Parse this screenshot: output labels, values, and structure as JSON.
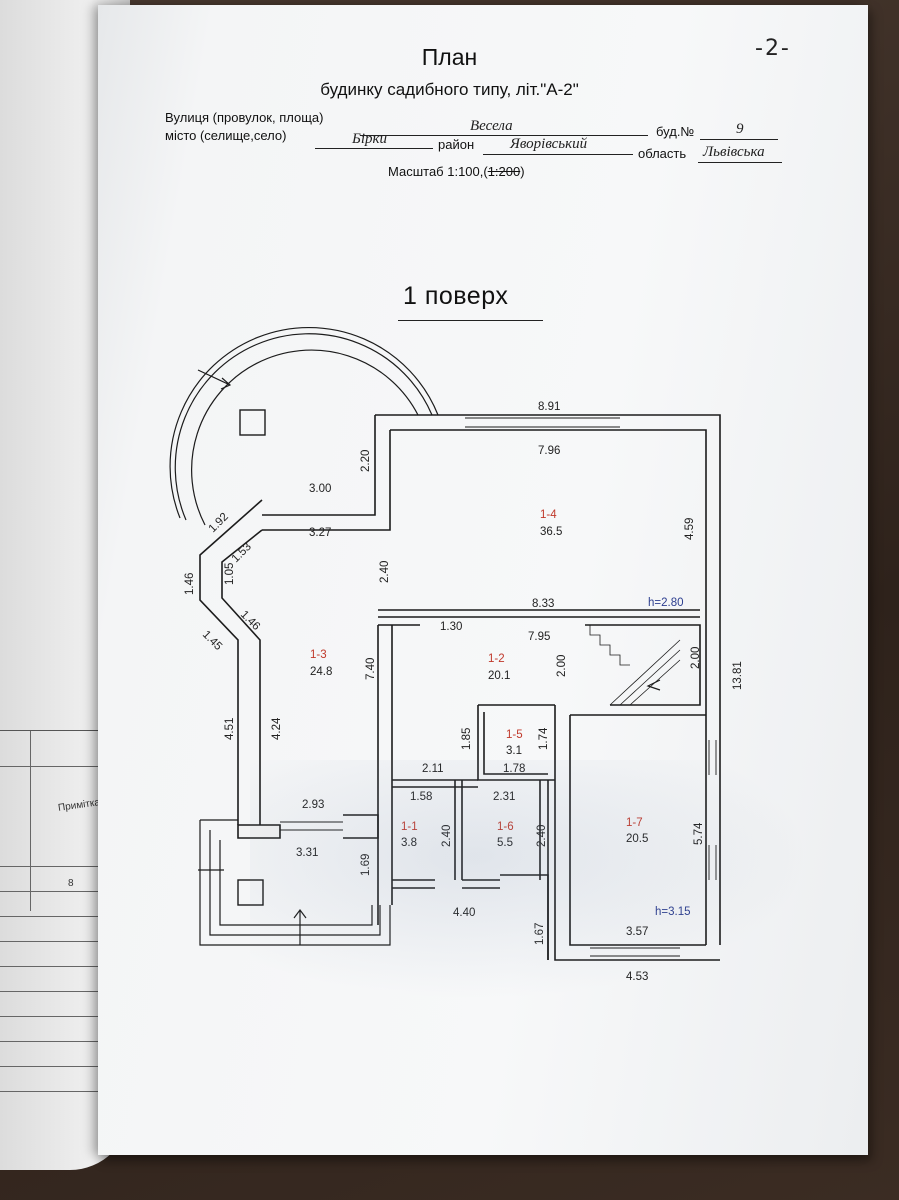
{
  "page_number": "-2-",
  "title": "План",
  "subtitle": "будинку садибного типу, літ.\"А-2\"",
  "address": {
    "street_label": "Вулиця (провулок, площа)",
    "street_value": "Весела",
    "building_label": "буд.№",
    "building_value": "9",
    "city_label": "місто (селище,село)",
    "city_value": "Бірки",
    "district_label": "район",
    "district_value": "Яворівський",
    "region_label": "область",
    "region_value": "Львівська"
  },
  "scale": {
    "label": "Масштаб 1:100,(",
    "struck": "1:200",
    "close": ")"
  },
  "floor_title": "1 поверх",
  "under_page": {
    "note_label": "Примітка",
    "row_number": "8"
  },
  "rooms": [
    {
      "id": "1-4",
      "area": "36.5"
    },
    {
      "id": "1-3",
      "area": "24.8"
    },
    {
      "id": "1-2",
      "area": "20.1"
    },
    {
      "id": "1-5",
      "area": "3.1"
    },
    {
      "id": "1-1",
      "area": "3.8"
    },
    {
      "id": "1-6",
      "area": "5.5"
    },
    {
      "id": "1-7",
      "area": "20.5"
    }
  ],
  "heights": [
    "h=2.80",
    "h=3.15"
  ],
  "dimensions": [
    "8.91",
    "7.96",
    "2.20",
    "4.59",
    "3.00",
    "3.27",
    "1.92",
    "1.53",
    "1.46",
    "1.05",
    "2.40",
    "8.33",
    "1.46",
    "1.45",
    "1.30",
    "7.95",
    "7.40",
    "2.00",
    "2.00",
    "13.81",
    "4.51",
    "4.24",
    "1.85",
    "1.74",
    "1.78",
    "2.11",
    "1.58",
    "2.31",
    "2.93",
    "2.40",
    "2.40",
    "5.74",
    "3.31",
    "1.69",
    "4.40",
    "1.67",
    "3.57",
    "4.53"
  ]
}
